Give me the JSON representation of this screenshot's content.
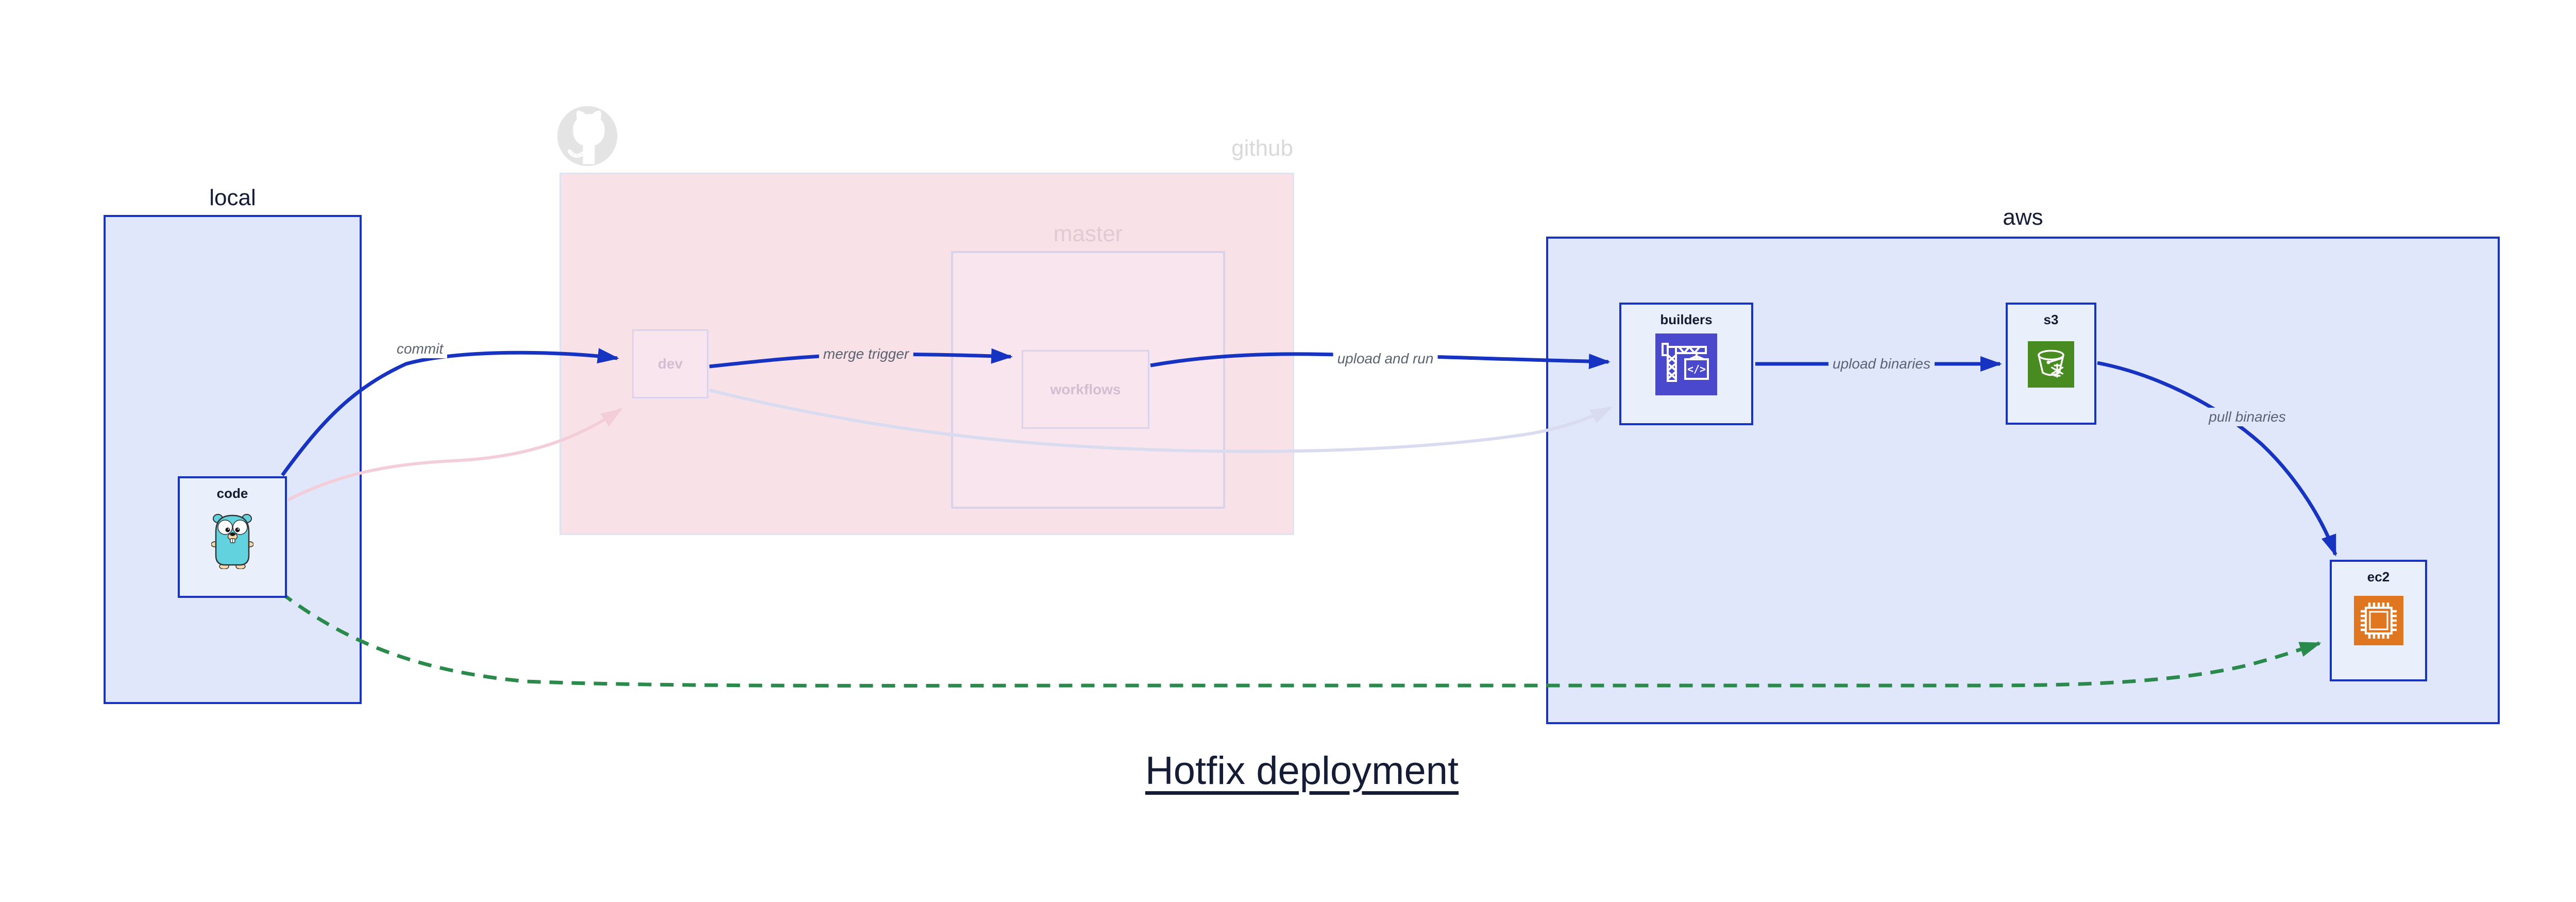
{
  "title": "Hotfix deployment",
  "groups": {
    "local": {
      "label": "local"
    },
    "github": {
      "label": "github"
    },
    "master": {
      "label": "master"
    },
    "aws": {
      "label": "aws"
    }
  },
  "nodes": {
    "code": {
      "label": "code",
      "icon": "gopher-icon"
    },
    "dev": {
      "label": "dev"
    },
    "workflows": {
      "label": "workflows"
    },
    "builders": {
      "label": "builders",
      "icon": "codebuild-crane-icon"
    },
    "s3": {
      "label": "s3",
      "icon": "s3-bucket-icon"
    },
    "ec2": {
      "label": "ec2",
      "icon": "ec2-chip-icon"
    }
  },
  "edges": {
    "commit": {
      "label": "commit",
      "from": "code",
      "to": "dev",
      "style": "solid-blue"
    },
    "merge_trigger": {
      "label": "merge trigger",
      "from": "dev",
      "to": "workflows",
      "style": "solid-blue"
    },
    "upload_and_run": {
      "label": "upload and run",
      "from": "workflows",
      "to": "builders",
      "style": "solid-blue"
    },
    "upload_binaries": {
      "label": "upload binaries",
      "from": "builders",
      "to": "s3",
      "style": "solid-blue"
    },
    "pull_binaries": {
      "label": "pull binaries",
      "from": "s3",
      "to": "ec2",
      "style": "solid-blue"
    },
    "hotfix_path": {
      "label": "",
      "from": "code",
      "to": "ec2",
      "style": "dashed-green"
    },
    "faded_commit": {
      "label": "",
      "from": "code",
      "to": "dev",
      "style": "faded-pink"
    },
    "faded_pipeline": {
      "label": "",
      "from": "dev",
      "to": "builders",
      "style": "faded-lavender"
    }
  },
  "colors": {
    "accent_blue": "#1733c1",
    "group_fill_blue": "#e0e7fa",
    "node_fill_blue": "#eaeffc",
    "github_fill_pink": "#f9e2e7",
    "master_border": "#d9d2ea",
    "ghost_node_border": "#d8d3ee",
    "ghost_label": "#d2bed3",
    "edge_label_gray": "#5b6370",
    "green_dashed": "#2a8a4b",
    "faded_pink_edge": "#f3ced9",
    "faded_lavender_edge": "#d9dbf1",
    "octocat_gray": "#e4e4e4",
    "codebuild_indigo": "#4a48cd",
    "s3_green": "#478b21",
    "ec2_orange": "#e0761f",
    "gopher_teal": "#62d2de",
    "title_navy": "#141d35"
  }
}
